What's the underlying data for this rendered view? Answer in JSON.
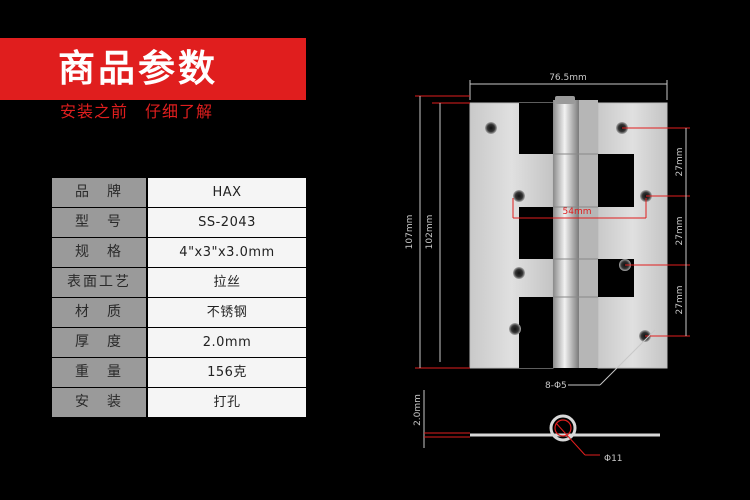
{
  "header": {
    "title": "商品参数",
    "subtitle": "安装之前　仔细了解"
  },
  "specs": [
    {
      "label": "品　牌",
      "value": "HAX"
    },
    {
      "label": "型　号",
      "value": "SS-2043"
    },
    {
      "label": "规　格",
      "value": "4\"x3\"x3.0mm"
    },
    {
      "label": "表面工艺",
      "value": "拉丝"
    },
    {
      "label": "材　质",
      "value": "不锈钢"
    },
    {
      "label": "厚　度",
      "value": "2.0mm"
    },
    {
      "label": "重　量",
      "value": "156克"
    },
    {
      "label": "安　装",
      "value": "打孔"
    }
  ],
  "dimensions": {
    "width": "76.5mm",
    "height_outer": "107mm",
    "height_inner": "102mm",
    "hole_span": "54mm",
    "spacing_1": "27mm",
    "spacing_2": "27mm",
    "spacing_3": "27mm",
    "holes": "8-Φ5",
    "thickness": "2.0mm",
    "pin_diameter": "Φ11"
  },
  "colors": {
    "accent": "#e01e1e",
    "plate": "#d2d2d2"
  }
}
